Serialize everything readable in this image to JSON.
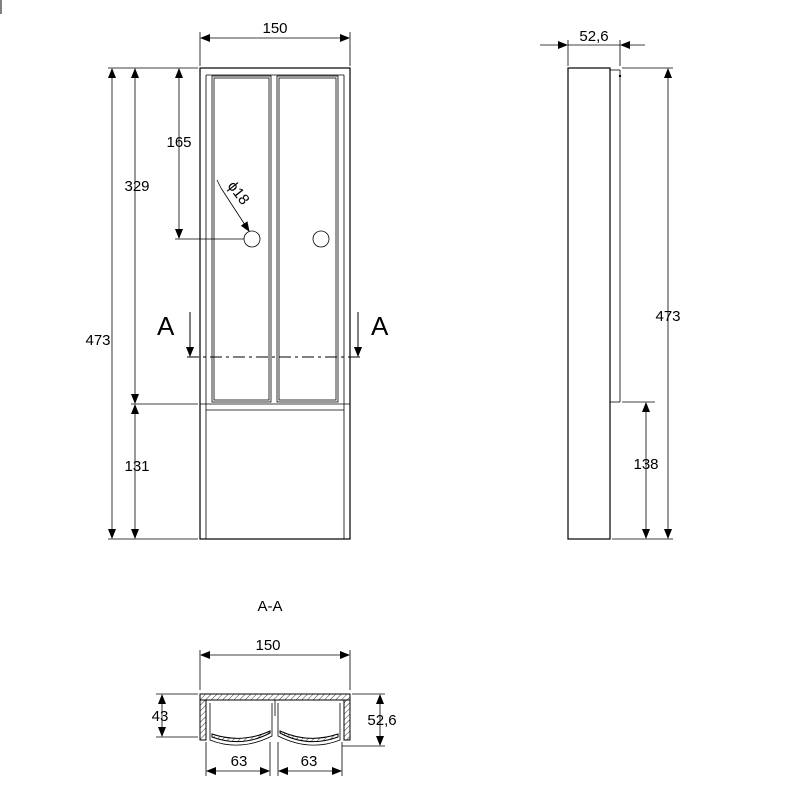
{
  "front_view": {
    "width_label": "150",
    "height_total_label": "473",
    "upper_height_label": "329",
    "hole_offset_label": "165",
    "lower_height_label": "131",
    "hole_diameter_label": "ϕ18",
    "section_mark_left": "A",
    "section_mark_right": "A"
  },
  "side_view": {
    "depth_label": "52,6",
    "height_total_label": "473",
    "lower_height_label": "138"
  },
  "section_view": {
    "title": "A-A",
    "width_label": "150",
    "inner_depth_label": "43",
    "outer_depth_label": "52,6",
    "left_door_width_label": "63",
    "right_door_width_label": "63"
  }
}
